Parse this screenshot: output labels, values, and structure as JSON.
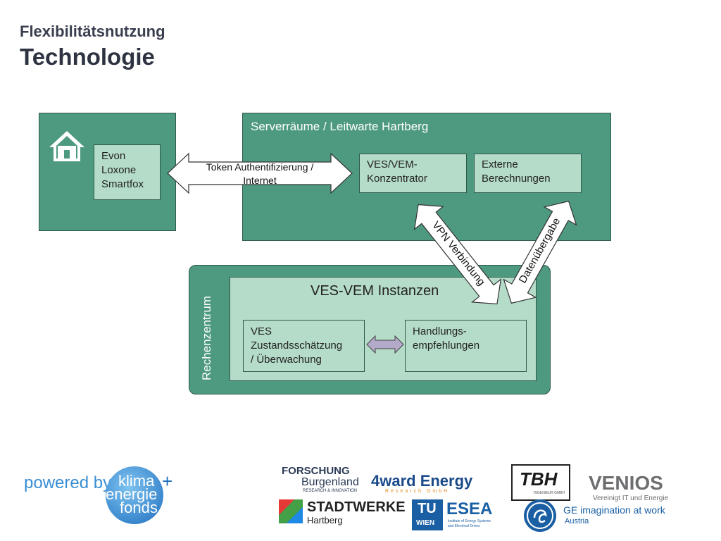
{
  "header": {
    "subtitle": "Flexibilitätsnutzung",
    "title": "Technologie"
  },
  "home": {
    "icon": "house-icon",
    "device_box": [
      "Evon",
      "Loxone",
      "Smartfox"
    ]
  },
  "link_arrow": {
    "label_line1": "Token Authentifizierung /",
    "label_line2": "Internet"
  },
  "server_room": {
    "title": "Serverräume / Leitwarte Hartberg",
    "concentrator": [
      "VES/VEM-",
      "Konzentrator"
    ],
    "external": [
      "Externe",
      "Berechnungen"
    ]
  },
  "arrows": {
    "vpn": "VPN Verbindung",
    "data_transfer": "Datenübergabe"
  },
  "datacenter": {
    "label": "Rechenzentrum",
    "instances_title": "VES-VEM Instanzen",
    "ves_box": [
      "VES",
      "Zustandsschätzung",
      "/ Überwachung"
    ],
    "recommendations": [
      "Handlungs-",
      "empfehlungen"
    ]
  },
  "footer": {
    "powered_by": "powered by",
    "klima": "klima",
    "energie": "energie",
    "fonds": "fonds",
    "plus": "+",
    "partners": {
      "fb_line1": "FORSCHUNG",
      "fb_line2": "Burgenland",
      "fb_line3": "RESEARCH & INNOVATION",
      "fourward": "4ward Energy",
      "fourward_sub": "Research GmbH",
      "tbh": "TBH",
      "tbh_sub": "INGENIEUR GMBH",
      "venios": "VENIOS",
      "venios_sub": "Vereinigt IT und Energie",
      "stadtwerke": "STADTWERKE",
      "hartberg": "Hartberg",
      "tu": "TU",
      "wien": "WIEN",
      "esea": "ESEA",
      "esea_sub1": "Institute of Energy Systems",
      "esea_sub2": "and Electrical Drives",
      "ge": "GE imagination at work",
      "ge_sub": "Austria"
    }
  }
}
